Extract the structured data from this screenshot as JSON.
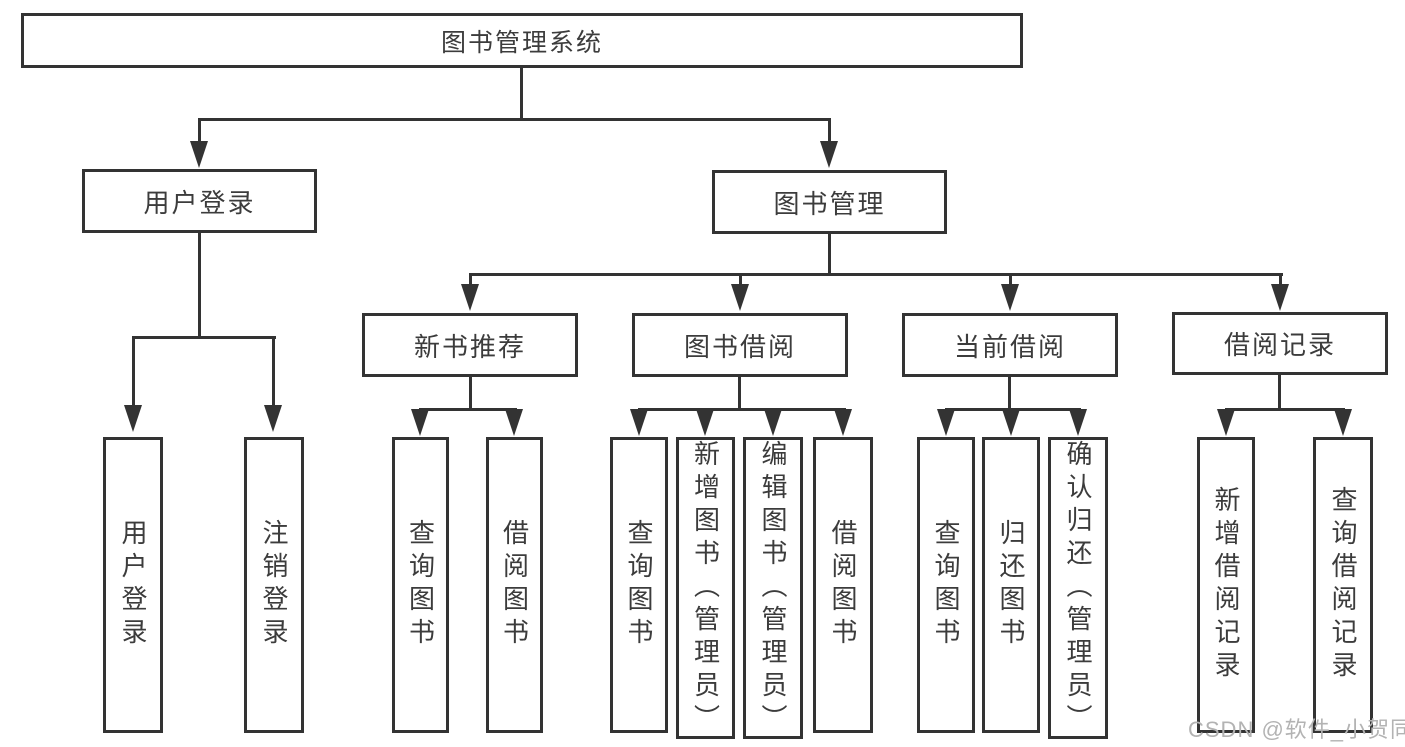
{
  "root": {
    "label": "图书管理系统"
  },
  "level2": {
    "userLogin": "用户登录",
    "bookManagement": "图书管理"
  },
  "level3": {
    "newBookRec": "新书推荐",
    "bookBorrow": "图书借阅",
    "currentBorrow": "当前借阅",
    "borrowRecords": "借阅记录"
  },
  "leaves": {
    "userLogin": [
      "用户登录",
      "注销登录"
    ],
    "newBookRec": [
      "查询图书",
      "借阅图书"
    ],
    "bookBorrow": [
      "查询图书",
      "新增图书（管理员）",
      "编辑图书（管理员）",
      "借阅图书"
    ],
    "currentBorrow": [
      "查询图书",
      "归还图书",
      "确认归还（管理员）"
    ],
    "borrowRecords": [
      "新增借阅记录",
      "查询借阅记录"
    ]
  },
  "watermark": "CSDN @软件_小贺同学",
  "colors": {
    "line": "#333333",
    "text": "#3c3c3c",
    "background": "#ffffff",
    "watermark": "#b3b3b3"
  }
}
